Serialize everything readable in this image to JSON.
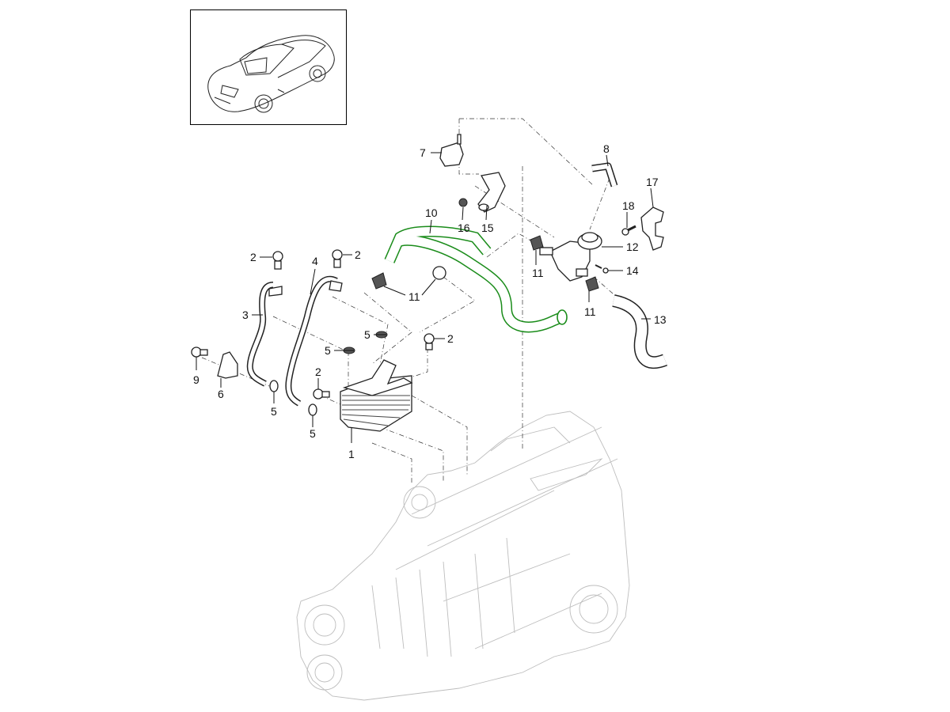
{
  "diagram": {
    "title": "Oil cooler and coolant lines - transmission",
    "vehicle_thumbnail": "roadster-convertible-icon",
    "highlight_color": "#1a8c1a",
    "line_color": "#222222",
    "background": "#ffffff"
  },
  "callouts": [
    {
      "id": "c1",
      "number": "1",
      "part": "oil-cooler"
    },
    {
      "id": "c2a",
      "number": "2",
      "part": "bolt"
    },
    {
      "id": "c2b",
      "number": "2",
      "part": "bolt"
    },
    {
      "id": "c2c",
      "number": "2",
      "part": "bolt"
    },
    {
      "id": "c2d",
      "number": "2",
      "part": "bolt"
    },
    {
      "id": "c3",
      "number": "3",
      "part": "coolant-pipe"
    },
    {
      "id": "c4",
      "number": "4",
      "part": "coolant-pipe"
    },
    {
      "id": "c5a",
      "number": "5",
      "part": "seal-ring"
    },
    {
      "id": "c5b",
      "number": "5",
      "part": "seal-ring"
    },
    {
      "id": "c5c",
      "number": "5",
      "part": "seal-ring"
    },
    {
      "id": "c5d",
      "number": "5",
      "part": "seal-ring"
    },
    {
      "id": "c6",
      "number": "6",
      "part": "bracket"
    },
    {
      "id": "c7",
      "number": "7",
      "part": "valve"
    },
    {
      "id": "c8",
      "number": "8",
      "part": "vacuum-hose"
    },
    {
      "id": "c9",
      "number": "9",
      "part": "bolt"
    },
    {
      "id": "c10",
      "number": "10",
      "part": "coolant-hose"
    },
    {
      "id": "c11a",
      "number": "11",
      "part": "hose-clamp"
    },
    {
      "id": "c11b",
      "number": "11",
      "part": "hose-clamp"
    },
    {
      "id": "c11c",
      "number": "11",
      "part": "hose-clamp"
    },
    {
      "id": "c12",
      "number": "12",
      "part": "thermostat-valve"
    },
    {
      "id": "c13",
      "number": "13",
      "part": "coolant-hose"
    },
    {
      "id": "c14",
      "number": "14",
      "part": "screw"
    },
    {
      "id": "c15",
      "number": "15",
      "part": "bracket"
    },
    {
      "id": "c16",
      "number": "16",
      "part": "nut"
    },
    {
      "id": "c17",
      "number": "17",
      "part": "bracket"
    },
    {
      "id": "c18",
      "number": "18",
      "part": "screw"
    }
  ],
  "highlighted_part": "10"
}
